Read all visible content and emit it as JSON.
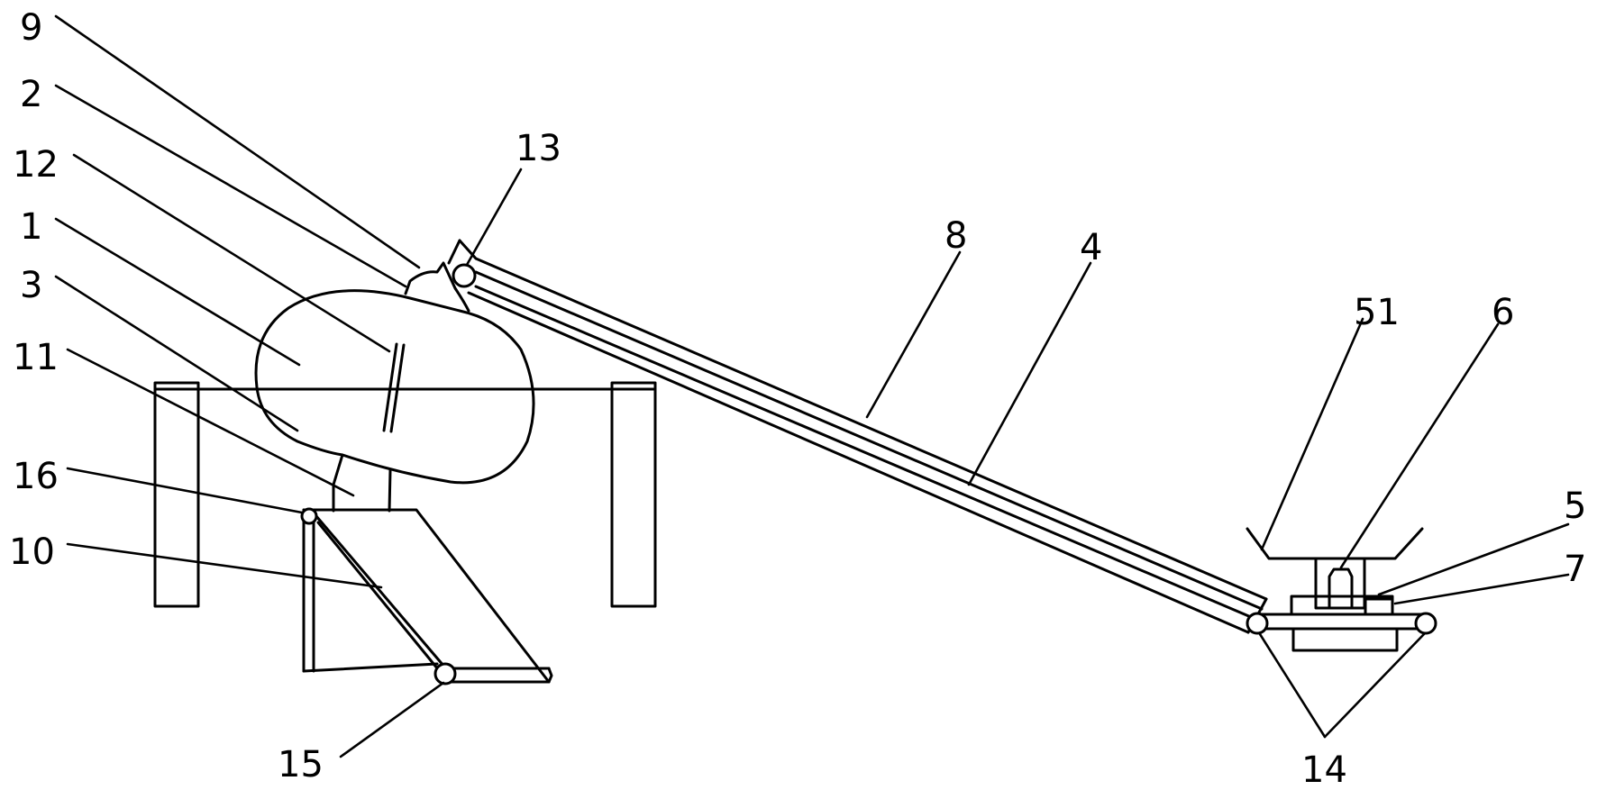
{
  "labels": {
    "l9": "9",
    "l2": "2",
    "l12": "12",
    "l1": "1",
    "l3": "3",
    "l11": "11",
    "l16": "16",
    "l10": "10",
    "l13": "13",
    "l8": "8",
    "l4": "4",
    "l51": "51",
    "l6": "6",
    "l5": "5",
    "l7": "7",
    "l15": "15",
    "l14": "14"
  }
}
